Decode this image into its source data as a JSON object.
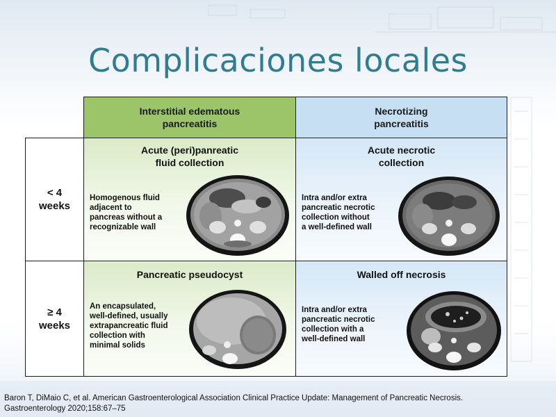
{
  "slide": {
    "title": "Complicaciones locales",
    "citation_line1": "Baron T, DiMaio C, et al. American Gastroenterological Association Clinical Practice Update: Management of Pancreatic Necrosis.",
    "citation_line2": "Gastroenterology 2020;158:67–75"
  },
  "colors": {
    "title": "#2f7d8f",
    "header_green": "#9cc469",
    "header_blue": "#c7dff3"
  },
  "table": {
    "col_headers": [
      {
        "line1": "Interstitial edematous",
        "line2": "pancreatitis"
      },
      {
        "line1": "Necrotizing",
        "line2": "pancreatitis"
      }
    ],
    "rows": [
      {
        "label_line1": "< 4",
        "label_line2": "weeks",
        "cells": [
          {
            "title_line1": "Acute (peri)panreatic",
            "title_line2": "fluid collection",
            "desc": [
              "Homogenous fluid",
              "adjacent to",
              "pancreas without a",
              "recognizable wall"
            ]
          },
          {
            "title_line1": "Acute necrotic",
            "title_line2": "collection",
            "desc": [
              "Intra and/or extra",
              "pancreatic necrotic",
              "collection without",
              "a well-defined wall"
            ]
          }
        ]
      },
      {
        "label_line1": "≥ 4",
        "label_line2": "weeks",
        "cells": [
          {
            "title_line1": "Pancreatic pseudocyst",
            "title_line2": "",
            "desc": [
              "An encapsulated,",
              "well-defined, usually",
              "extrapancreatic fluid",
              "collection with",
              "minimal solids"
            ]
          },
          {
            "title_line1": "Walled off necrosis",
            "title_line2": "",
            "desc": [
              "Intra and/or extra",
              "pancreatic necrotic",
              "collection with a",
              "well-defined wall"
            ]
          }
        ]
      }
    ]
  }
}
